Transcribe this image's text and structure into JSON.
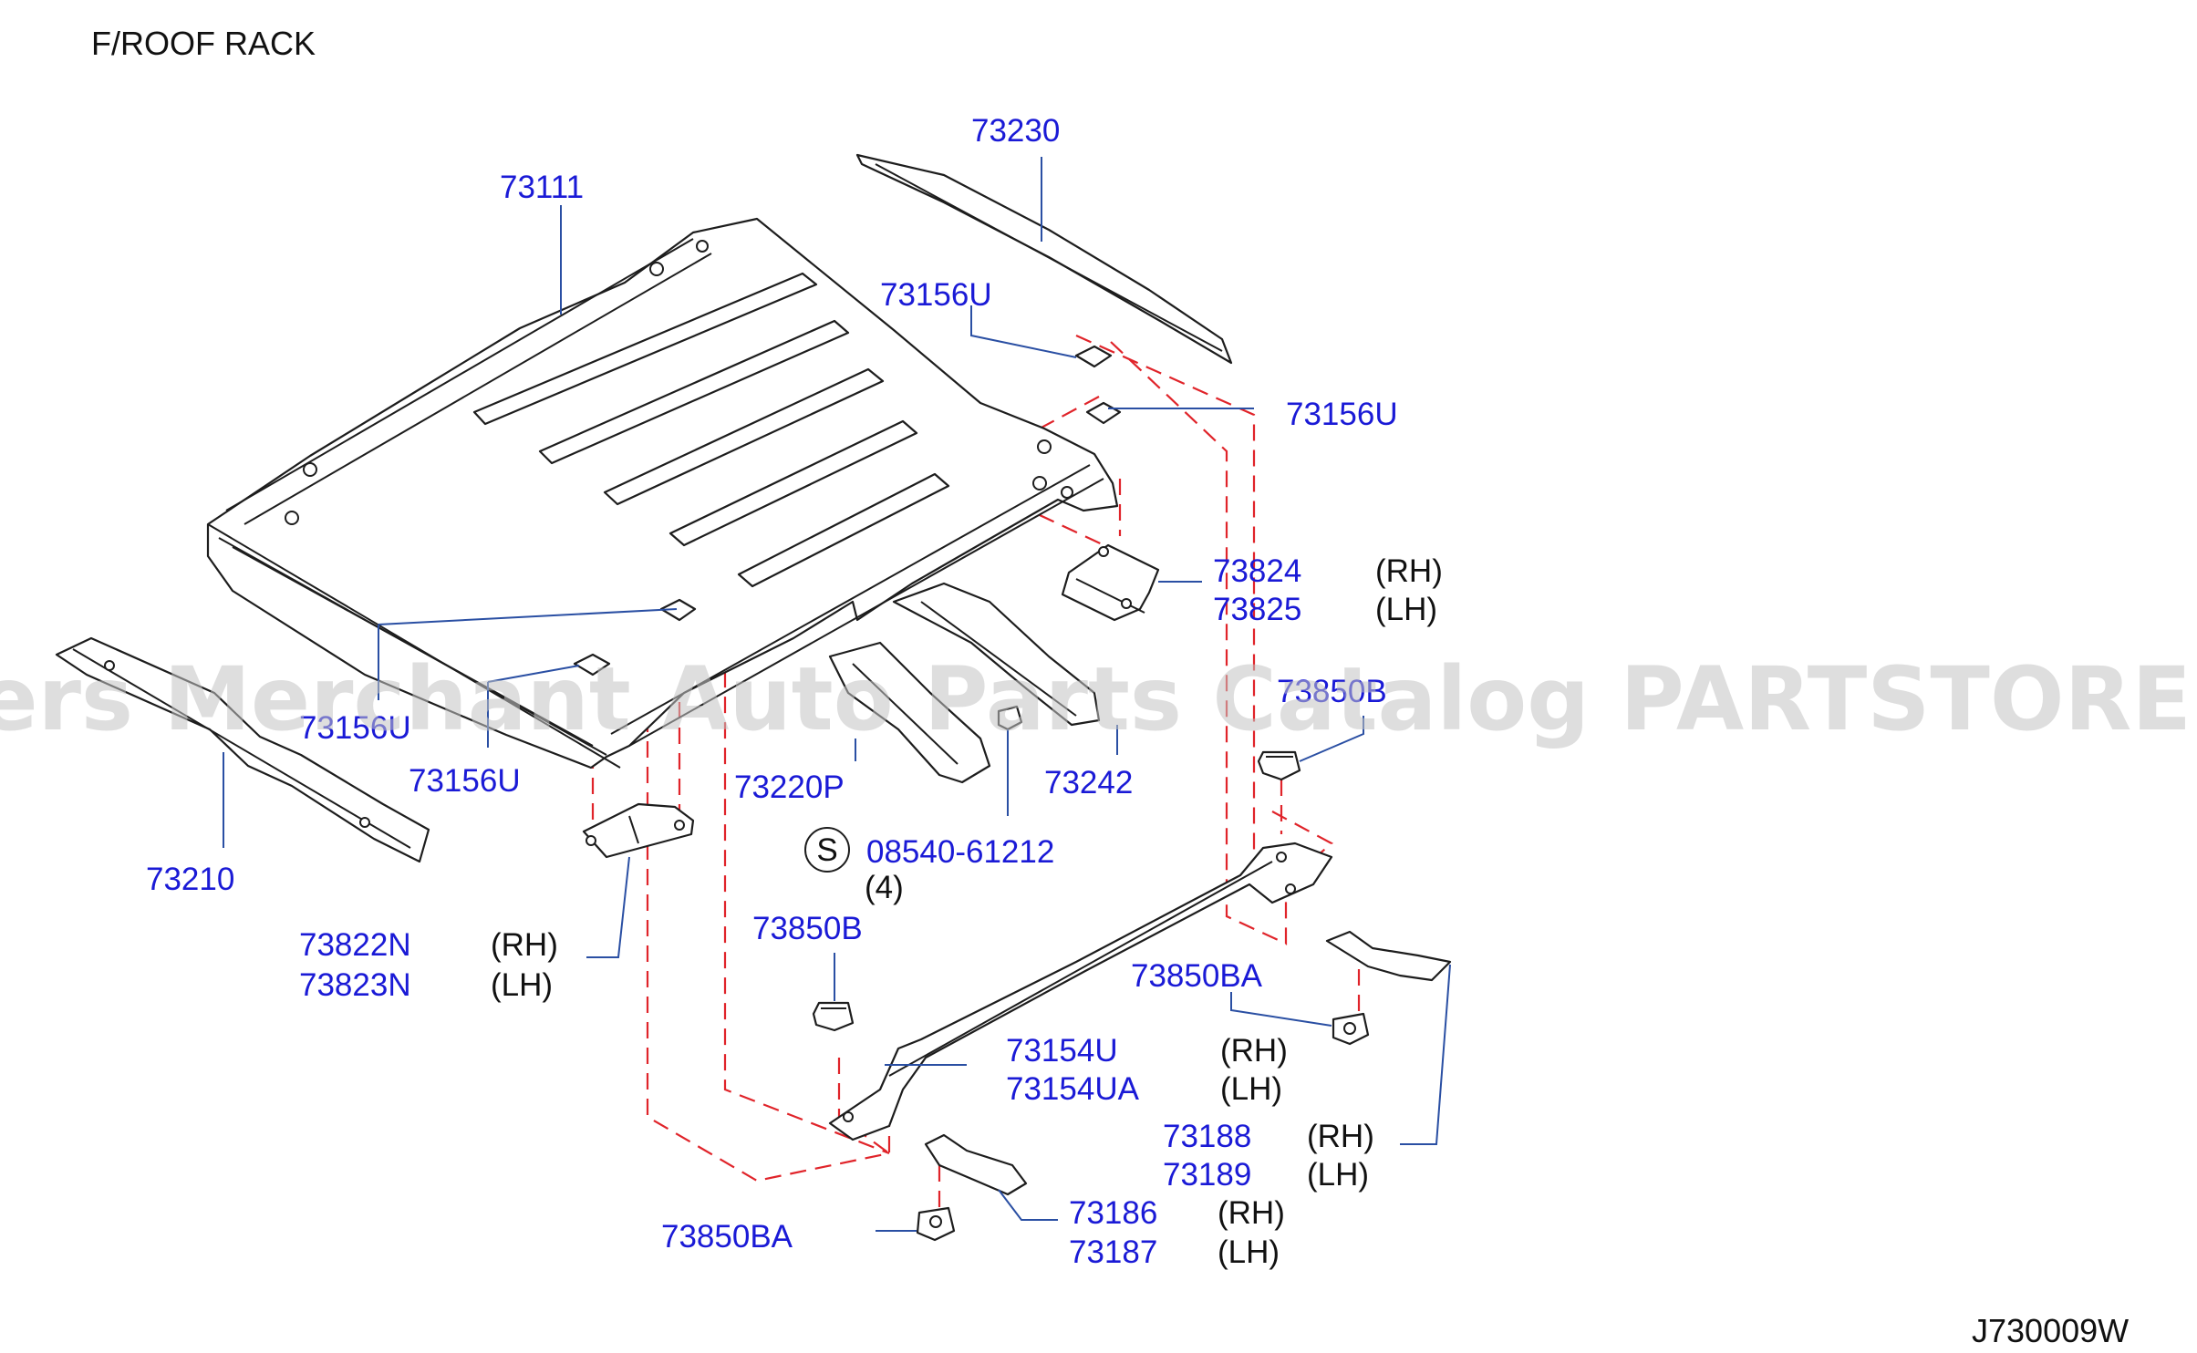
{
  "title": "F/ROOF   RACK",
  "diagram_code": "J730009W",
  "watermark": "Offers Merchant Auto Parts Catalog PARTSTORE.SA",
  "colors": {
    "label": "#1a1ad6",
    "leader": "#2a4fa3",
    "dashed": "#e0242a",
    "line": "#1d1d1d"
  },
  "labels": {
    "p73230": "73230",
    "p73111": "73111",
    "p73156u_top": "73156U",
    "p73156u_right": "73156U",
    "p73824": "73824",
    "p73825": "73825",
    "p73156u_left": "73156U",
    "p73156u_left2": "73156U",
    "p73850b_right": "73850B",
    "p73220p": "73220P",
    "p73242": "73242",
    "p73210": "73210",
    "p08540": "08540-61212",
    "p73822n": "73822N",
    "p73823n": "73823N",
    "p73850b_left": "73850B",
    "p73850ba_right": "73850BA",
    "p73154u": "73154U",
    "p73154ua": "73154UA",
    "p73188": "73188",
    "p73189": "73189",
    "p73186": "73186",
    "p73187": "73187",
    "p73850ba_bottom": "73850BA"
  },
  "side": {
    "rh": "(RH)",
    "lh": "(LH)"
  },
  "s_symbol": "S",
  "qty_08540": "(4)"
}
